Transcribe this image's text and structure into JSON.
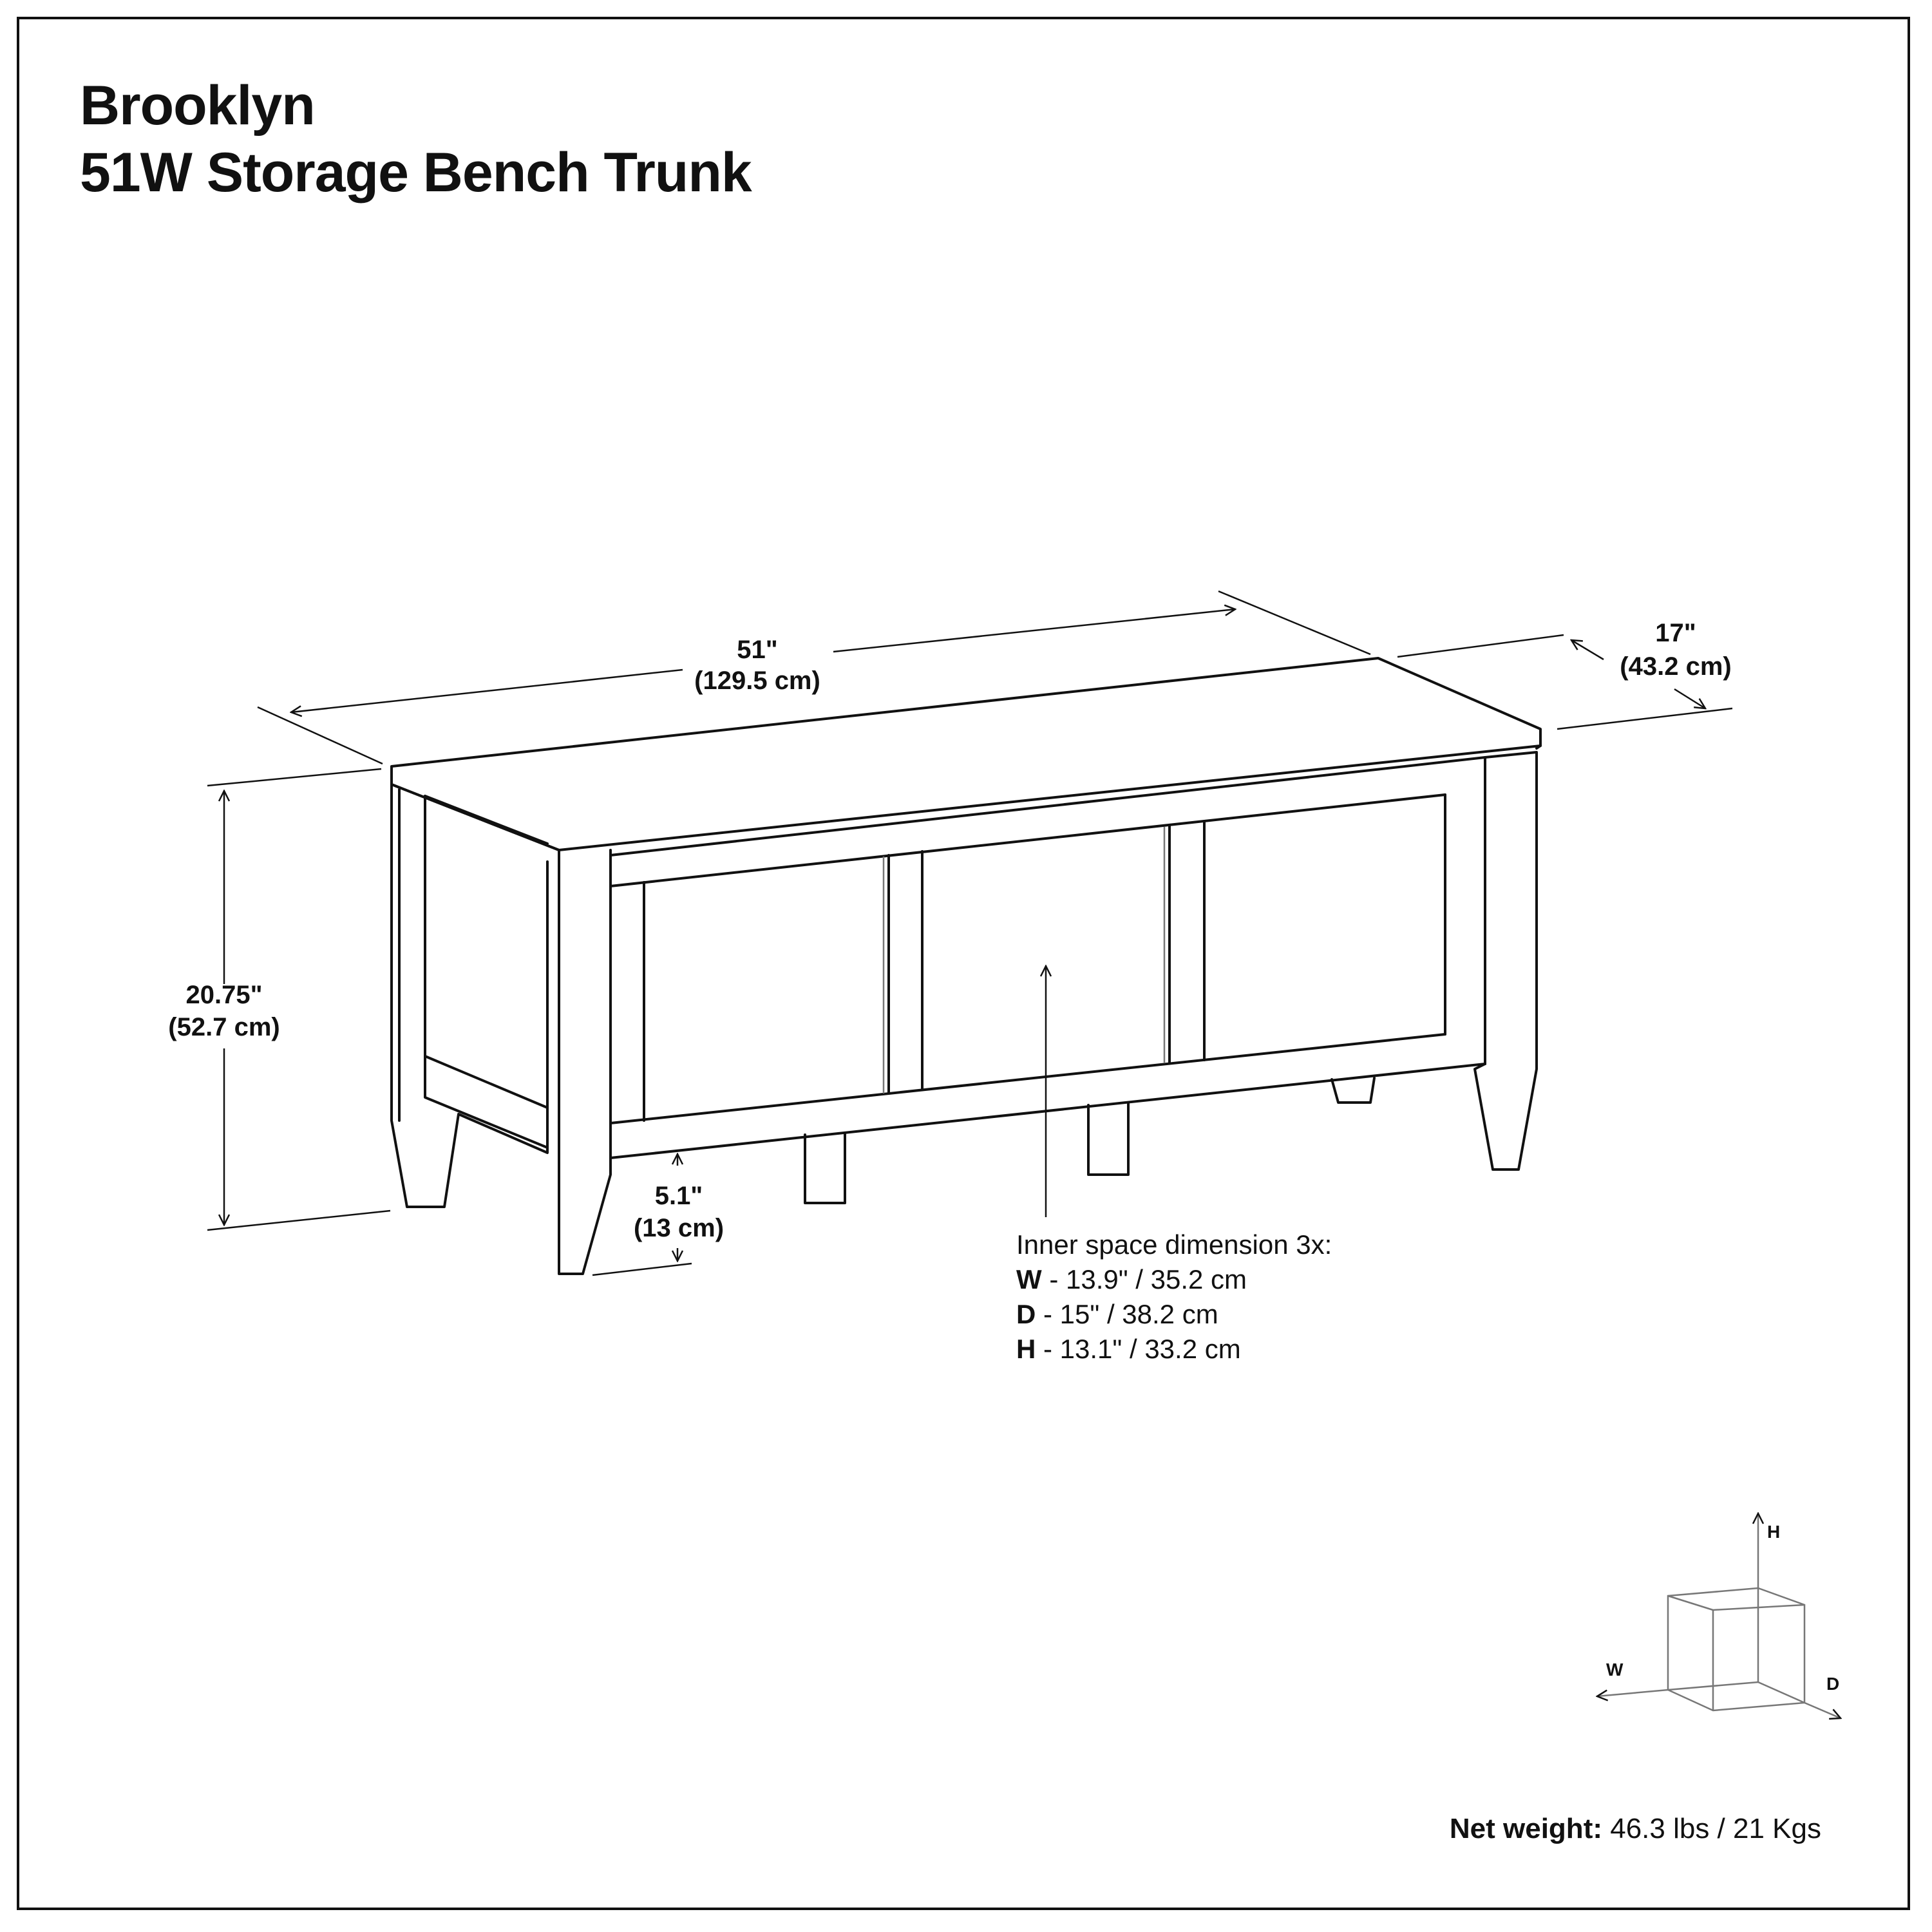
{
  "title": {
    "line1": "Brooklyn",
    "line2": "51W Storage Bench Trunk"
  },
  "dimensions": {
    "width_in": "51\"",
    "width_cm": "(129.5 cm)",
    "depth_in": "17\"",
    "depth_cm": "(43.2 cm)",
    "height_in": "20.75\"",
    "height_cm": "(52.7 cm)",
    "leg_in": "5.1\"",
    "leg_cm": "(13 cm)"
  },
  "inner_space": {
    "heading": "Inner space dimension 3x:",
    "w_key": "W",
    "w_value": " - 13.9\" / 35.2 cm",
    "d_key": "D",
    "d_value": " - 15\" / 38.2 cm",
    "h_key": "H",
    "h_value": " - 13.1\" / 33.2 cm"
  },
  "axes": {
    "h": "H",
    "w": "W",
    "d": "D"
  },
  "net_weight": {
    "label": "Net weight:",
    "value": " 46.3 lbs / 21 Kgs"
  }
}
